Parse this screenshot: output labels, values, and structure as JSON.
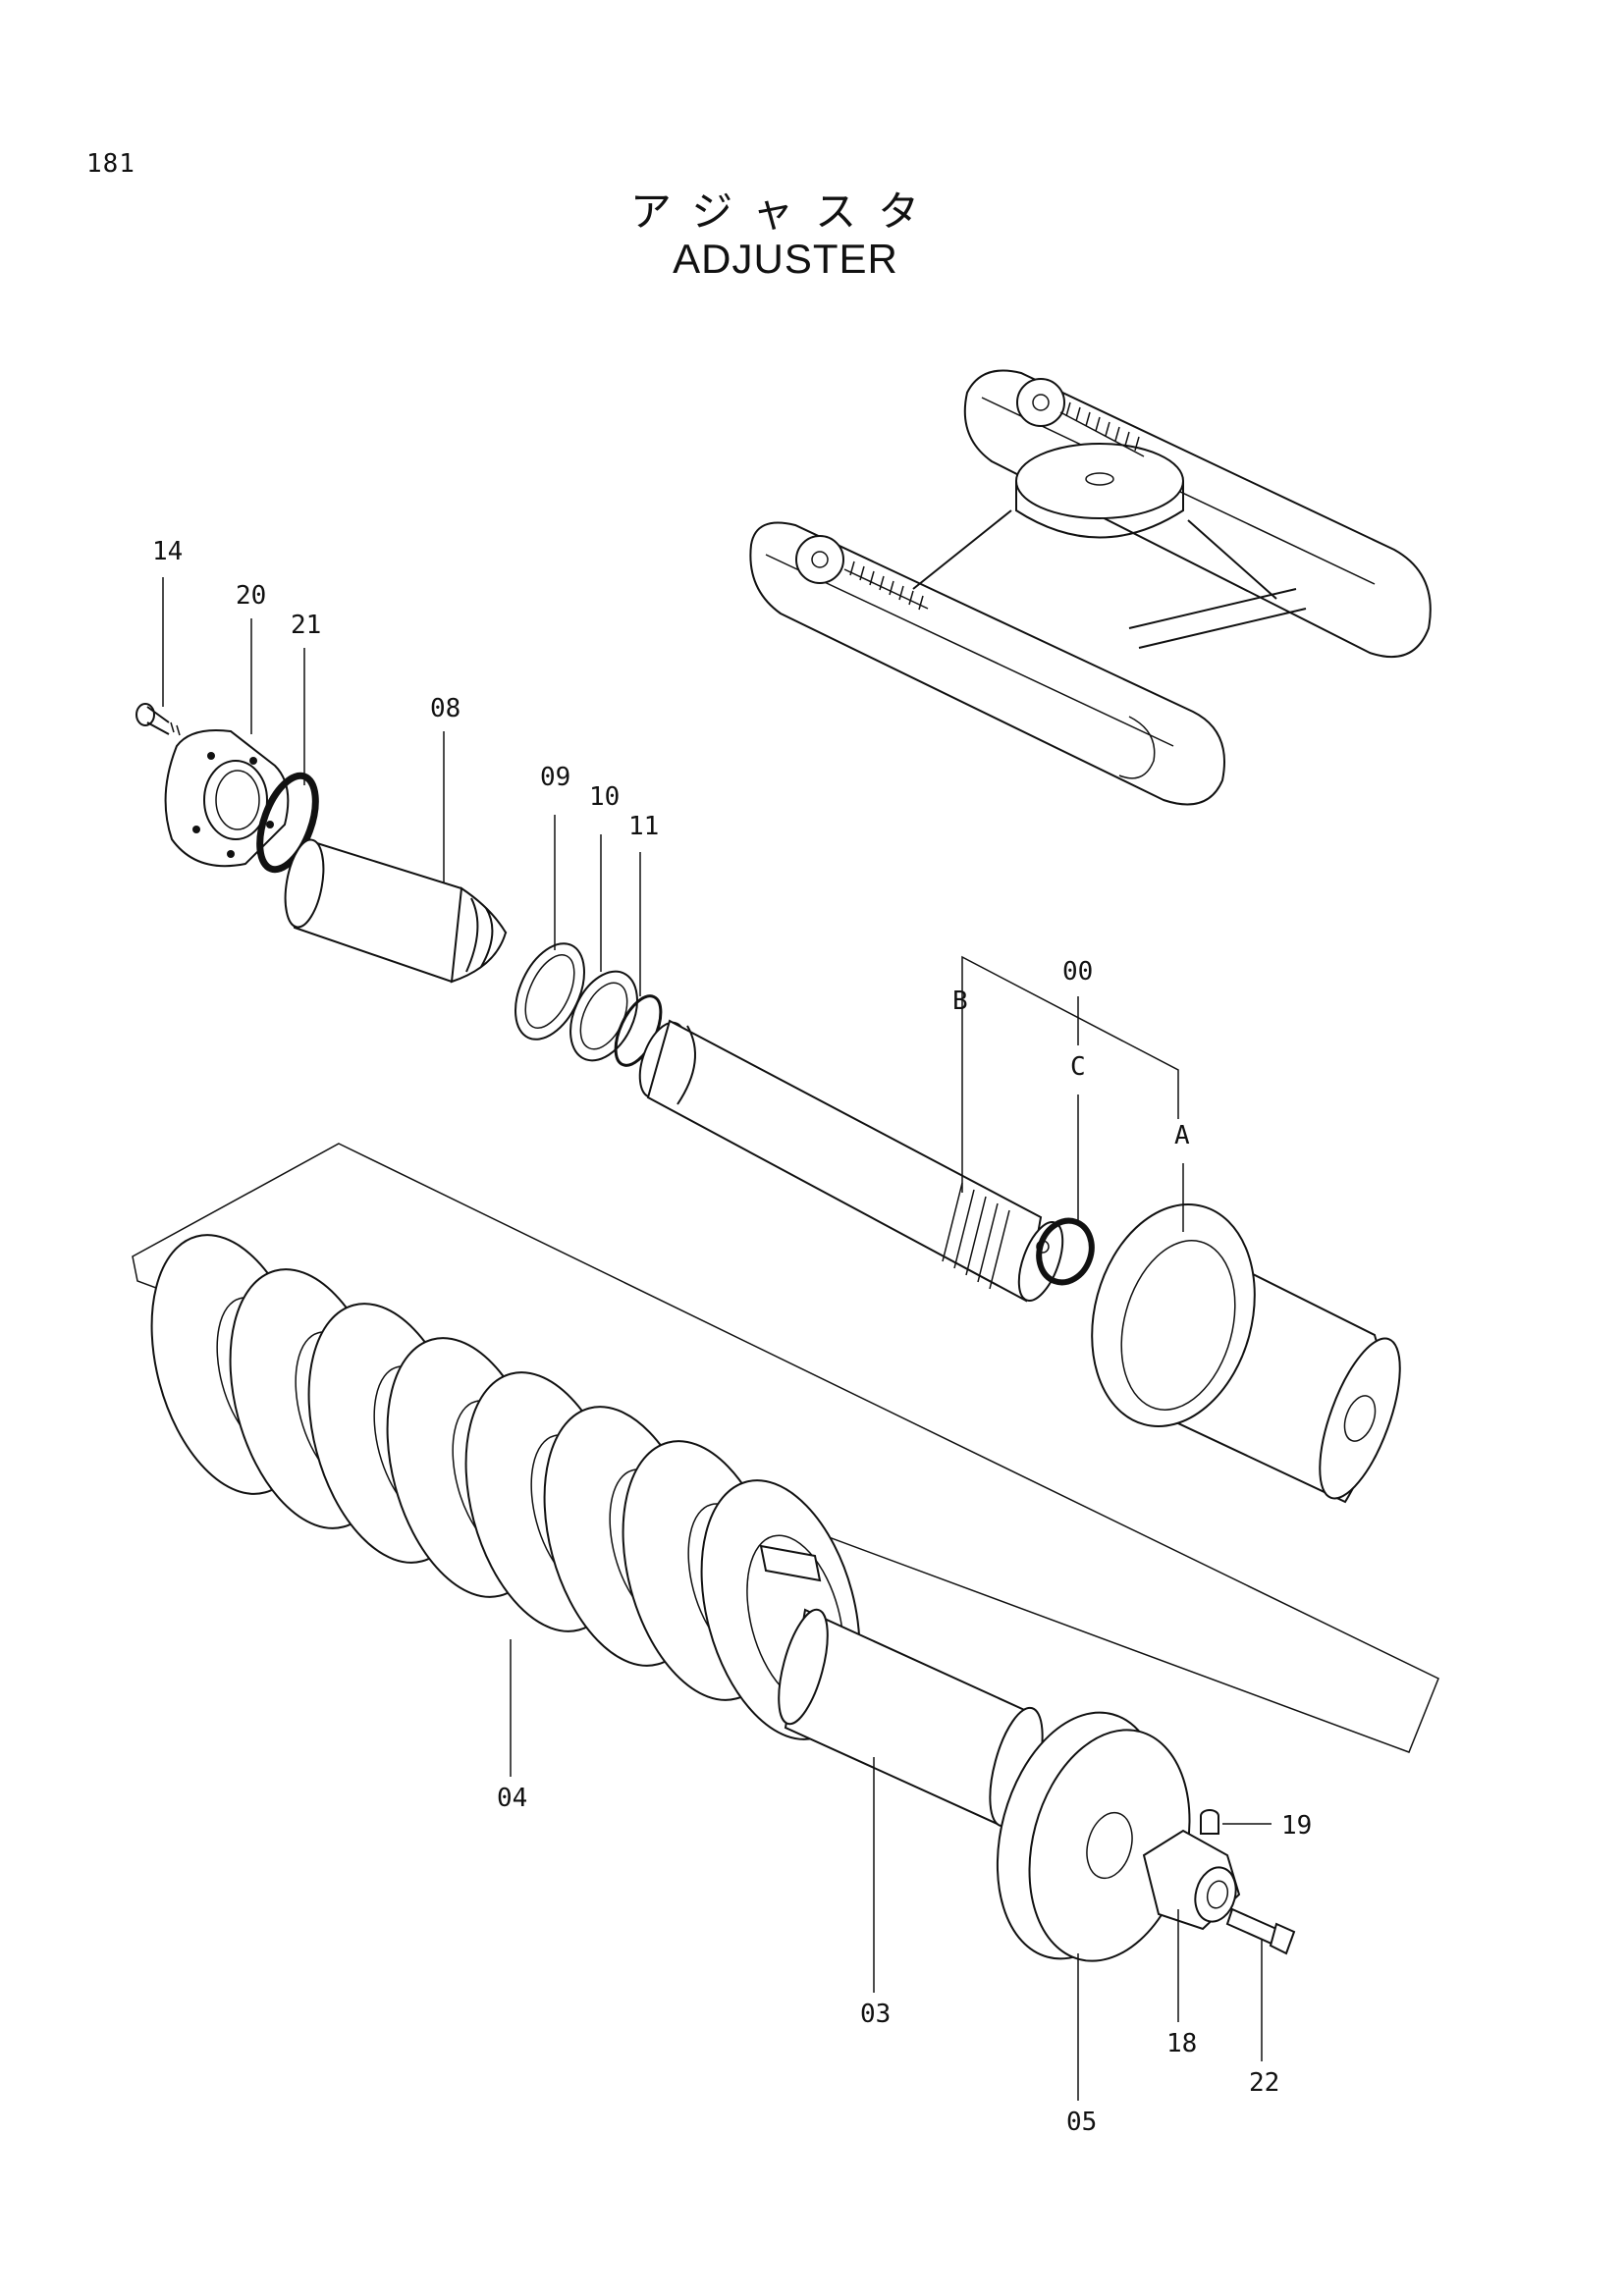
{
  "page": {
    "number": "181",
    "title_jp": "アジャスタ",
    "title_en": "ADJUSTER"
  },
  "callouts": {
    "p00": "00",
    "p03": "03",
    "p04": "04",
    "p05": "05",
    "p08": "08",
    "p09": "09",
    "p10": "10",
    "p11": "11",
    "p14": "14",
    "p18": "18",
    "p19": "19",
    "p20": "20",
    "p21": "21",
    "p22": "22",
    "sub_a": "A",
    "sub_b": "B",
    "sub_c": "C"
  }
}
